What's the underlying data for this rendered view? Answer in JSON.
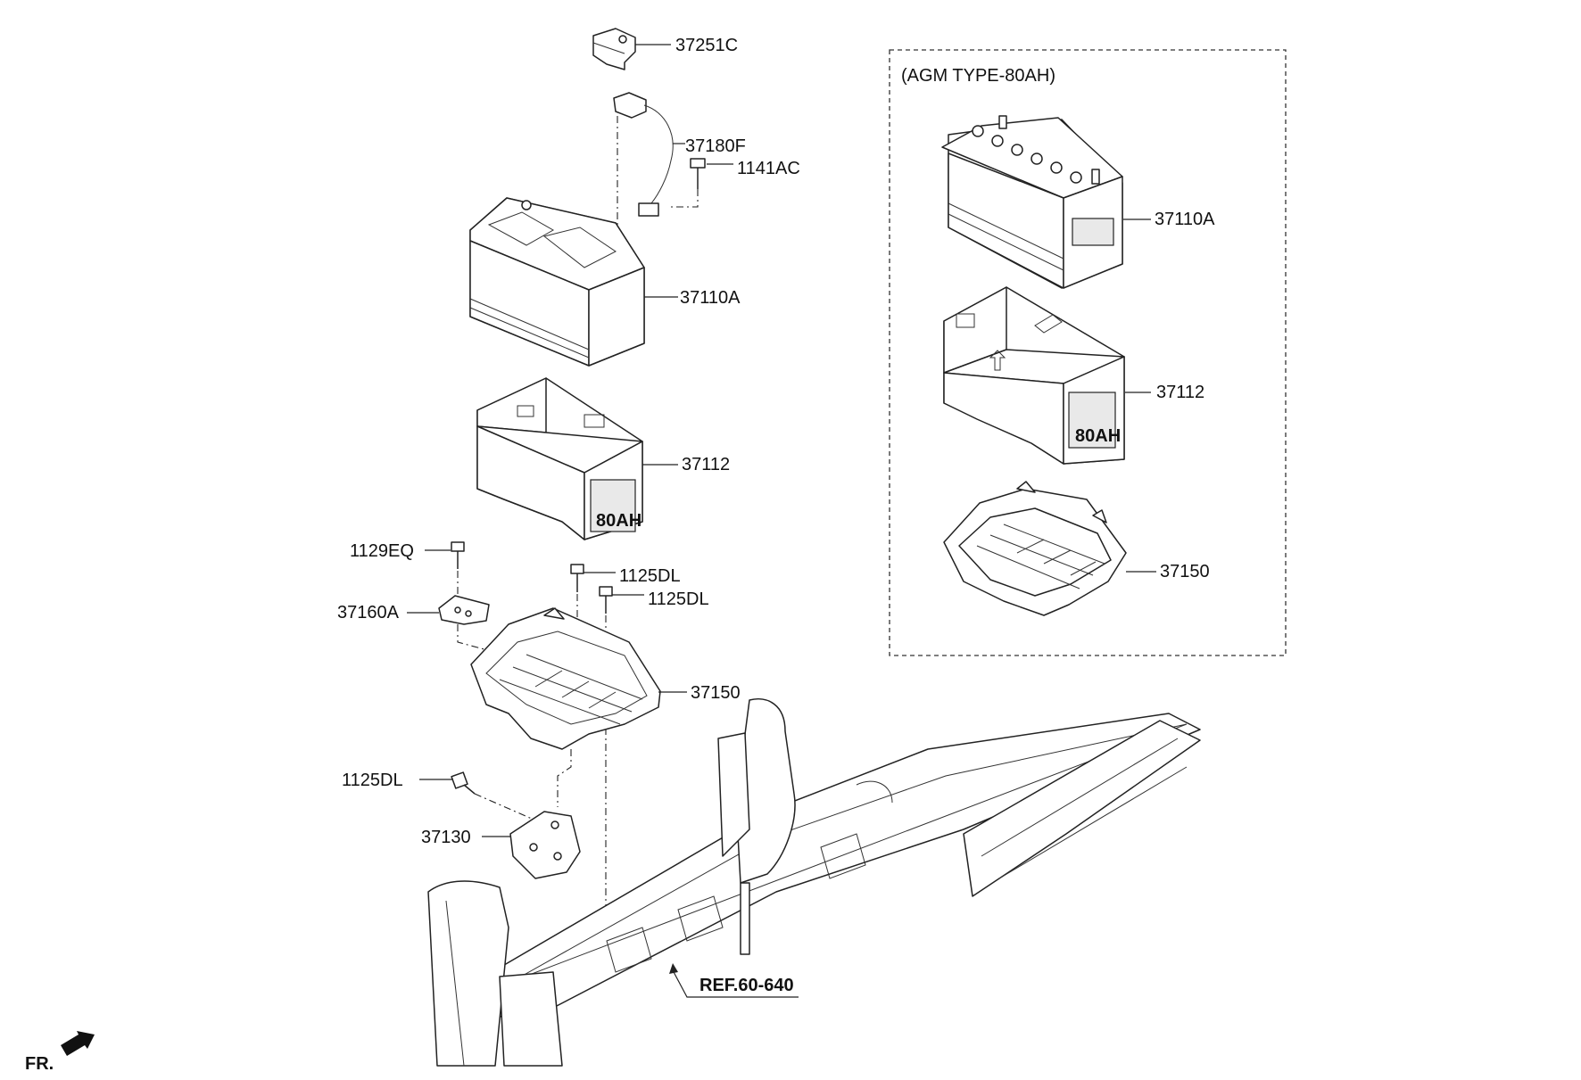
{
  "labels": {
    "p37251C": "37251C",
    "p37180F": "37180F",
    "p1141AC": "1141AC",
    "p37110A_main": "37110A",
    "p37112_main": "37112",
    "p1129EQ": "1129EQ",
    "p1125DL_a": "1125DL",
    "p1125DL_b": "1125DL",
    "p37160A": "37160A",
    "p37150_main": "37150",
    "p1125DL_c": "1125DL",
    "p37130": "37130",
    "ref": "REF.60-640",
    "fr": "FR."
  },
  "agm_box": {
    "title": "(AGM TYPE-80AH)",
    "p37110A": "37110A",
    "p37112": "37112",
    "p37150": "37150"
  },
  "markings": {
    "tray_small": "80AH",
    "tray_big": "80AH"
  }
}
